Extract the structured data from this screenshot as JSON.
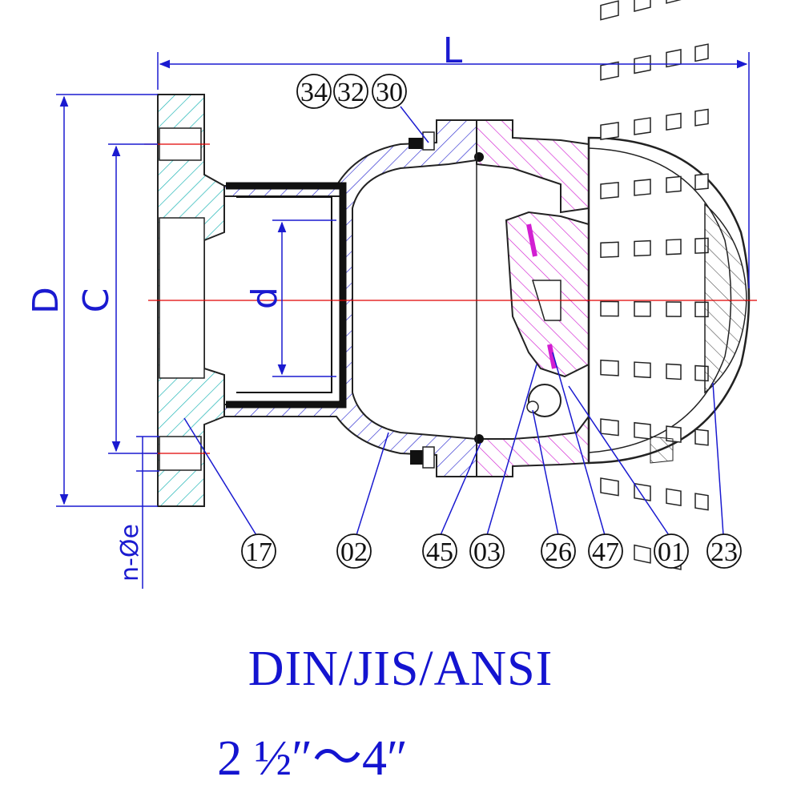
{
  "dimensions": {
    "L": "L",
    "D": "D",
    "C": "C",
    "d": "d",
    "holes": "n-Øe"
  },
  "callouts_top": [
    "34",
    "32",
    "30"
  ],
  "callouts_bottom": [
    "17",
    "02",
    "45",
    "03",
    "26",
    "47",
    "01",
    "23"
  ],
  "caption": {
    "standard": "DIN/JIS/ANSI",
    "size_range": "2 ½″～4″"
  },
  "colors": {
    "dimension": "#1a1ad0",
    "flange_hatch": "#1fb5b5",
    "body_hatch": "#2a2ad0",
    "disc_hatch": "#d21fd2",
    "centerline": "#e00000",
    "outline": "#222222"
  }
}
